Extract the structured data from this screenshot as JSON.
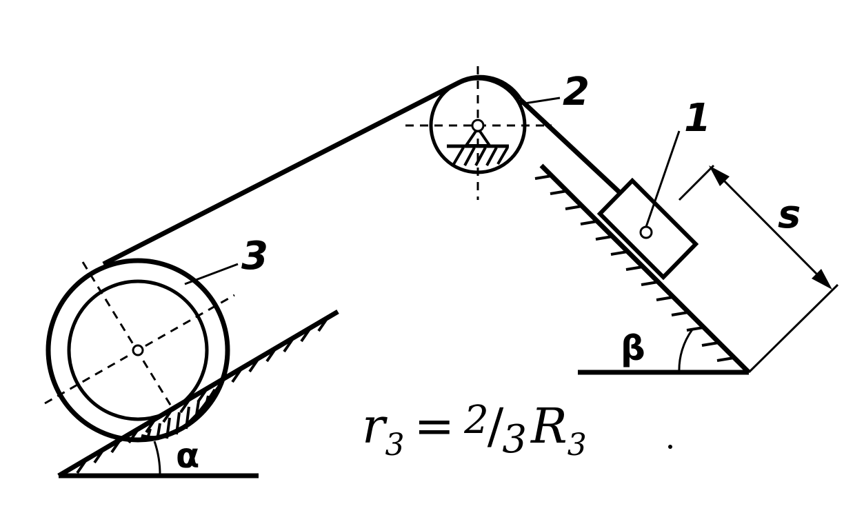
{
  "labels": {
    "body_1": "1",
    "body_2": "2",
    "body_3": "3",
    "displacement": "s",
    "angle_alpha": "α",
    "angle_beta": "β"
  },
  "formula": {
    "lhs": "r",
    "lhs_sub": "3",
    "equals": "=",
    "coef_num": "2",
    "coef_slash": "/",
    "coef_den": "3",
    "rhs": "R",
    "rhs_sub": "3"
  }
}
